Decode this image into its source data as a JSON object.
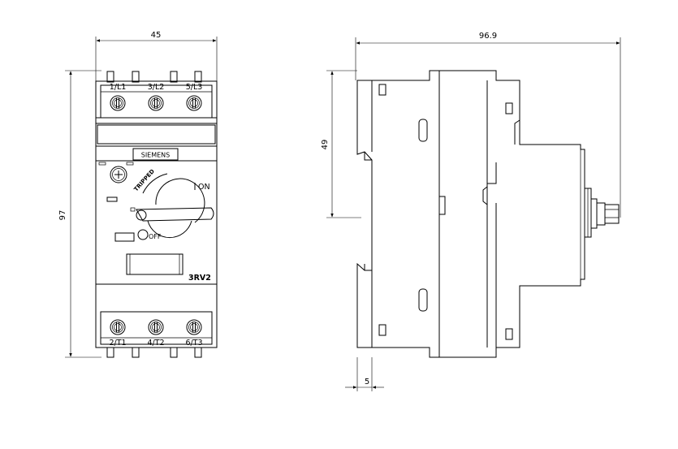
{
  "dimensions": {
    "front_width": "45",
    "front_height": "97",
    "side_depth": "96.9",
    "side_height": "49",
    "rail_offset": "5"
  },
  "front_view": {
    "top_terminals": [
      "1/L1",
      "3/L2",
      "5/L3"
    ],
    "bottom_terminals": [
      "2/T1",
      "4/T2",
      "6/T3"
    ],
    "brand": "SIEMENS",
    "tripped_label": "TRIPPED",
    "on_label": "ON",
    "off_label": "OFF",
    "model": "3RV2"
  }
}
